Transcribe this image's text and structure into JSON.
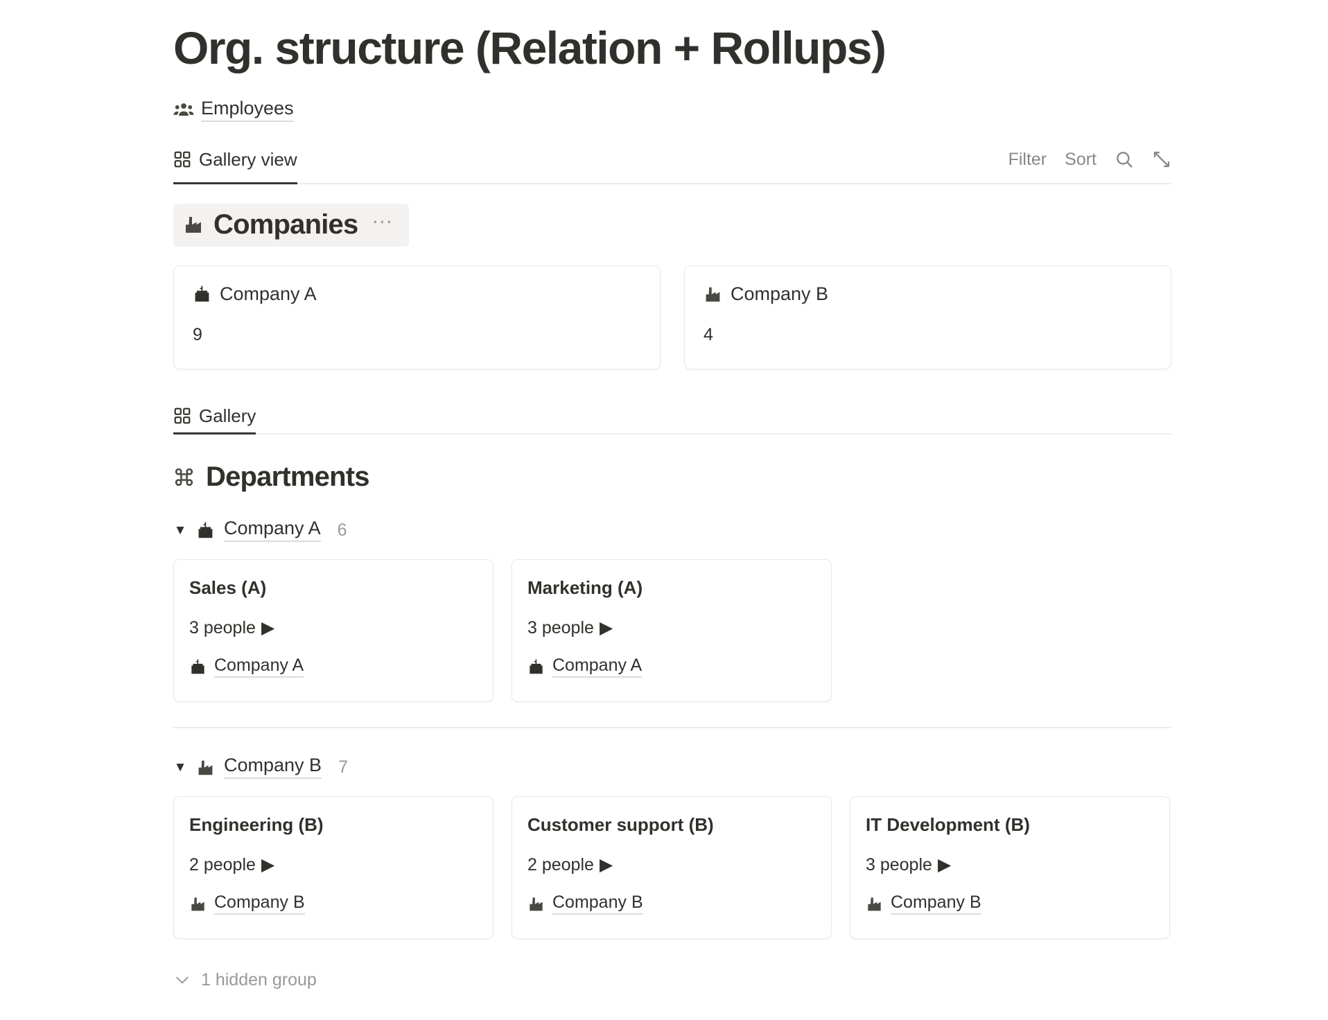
{
  "page": {
    "title": "Org. structure (Relation + Rollups)"
  },
  "breadcrumb": {
    "icon": "people-group-icon",
    "label": "Employees"
  },
  "toolbar": {
    "view_tab": {
      "icon": "gallery-grid-icon",
      "label": "Gallery view"
    },
    "filter_label": "Filter",
    "sort_label": "Sort",
    "search_icon": "search-icon",
    "expand_icon": "expand-diagonal-icon"
  },
  "companies_section": {
    "icon": "factory-icon",
    "title": "Companies",
    "menu_icon": "ellipsis-icon",
    "cards": [
      {
        "icon": "school-building-icon",
        "name": "Company A",
        "count": "9"
      },
      {
        "icon": "factory-icon",
        "name": "Company B",
        "count": "4"
      }
    ]
  },
  "gallery_subtab": {
    "icon": "gallery-grid-icon",
    "label": "Gallery"
  },
  "departments_section": {
    "icon": "command-icon",
    "title": "Departments",
    "groups": [
      {
        "caret": "▼",
        "icon": "school-building-icon",
        "name": "Company A",
        "count": "6",
        "cards": [
          {
            "title": "Sales (A)",
            "people": "3 people",
            "people_arrow": "▶",
            "relation_icon": "school-building-icon",
            "relation": "Company A"
          },
          {
            "title": "Marketing (A)",
            "people": "3 people",
            "people_arrow": "▶",
            "relation_icon": "school-building-icon",
            "relation": "Company A"
          }
        ]
      },
      {
        "caret": "▼",
        "icon": "factory-icon",
        "name": "Company B",
        "count": "7",
        "cards": [
          {
            "title": "Engineering (B)",
            "people": "2 people",
            "people_arrow": "▶",
            "relation_icon": "factory-icon",
            "relation": "Company B"
          },
          {
            "title": "Customer support (B)",
            "people": "2 people",
            "people_arrow": "▶",
            "relation_icon": "factory-icon",
            "relation": "Company B"
          },
          {
            "title": "IT Development (B)",
            "people": "3 people",
            "people_arrow": "▶",
            "relation_icon": "factory-icon",
            "relation": "Company B"
          }
        ]
      }
    ]
  },
  "footer": {
    "chevron_icon": "chevron-down-icon",
    "hidden_group_label": "1 hidden group"
  },
  "colors": {
    "text": "#32302c",
    "muted": "#9b9996",
    "border": "#eceae6",
    "header_bg": "#f3f2f0",
    "active_tab": "#37352f"
  }
}
